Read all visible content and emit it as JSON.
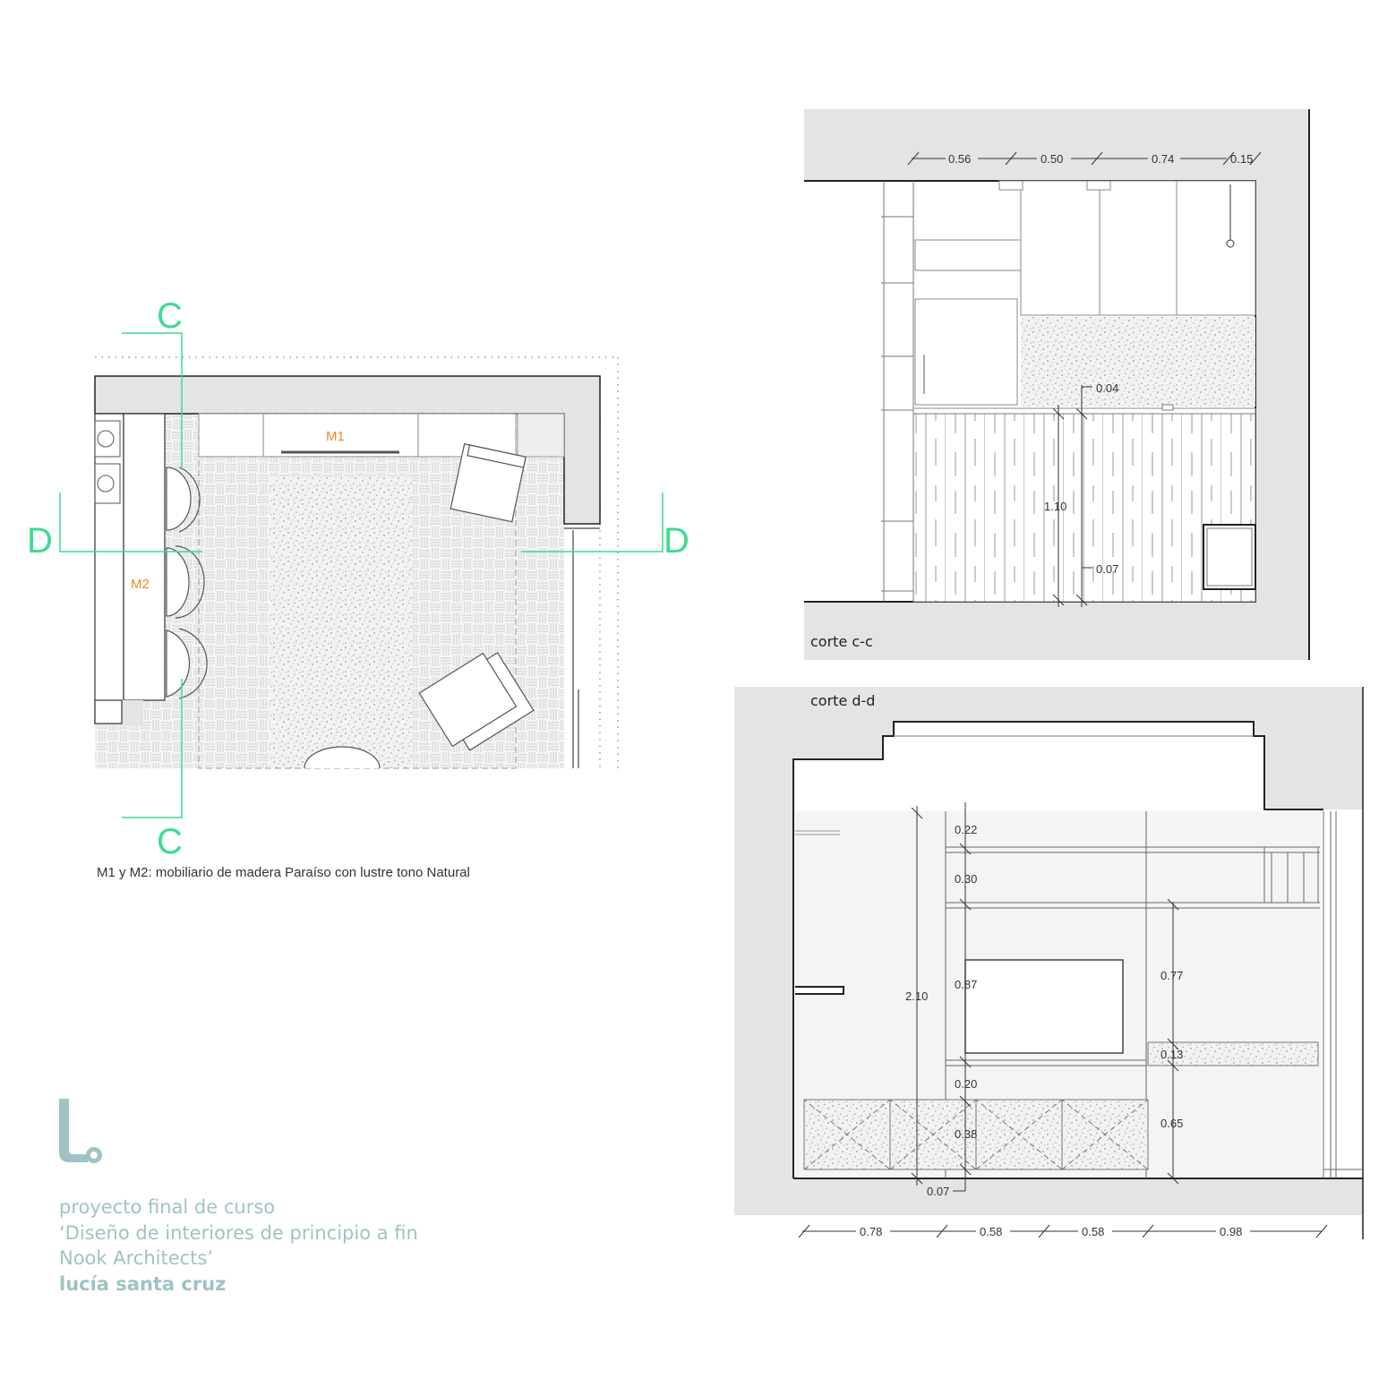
{
  "plan": {
    "section_c_label": "C",
    "section_d_label": "D",
    "furniture_m1": "M1",
    "furniture_m2": "M2",
    "caption": "M1 y M2: mobiliario de madera Paraíso con lustre tono Natural"
  },
  "section_cc": {
    "title": "corte c-c",
    "top_dims": [
      "0.56",
      "0.50",
      "0.74",
      "0.15"
    ],
    "dim_backsplash": "0.04",
    "dim_height": "1.10",
    "dim_plinth": "0.07"
  },
  "section_dd": {
    "title": "corte d-d",
    "dim_total_height": "2.10",
    "dims_center": [
      "0.22",
      "0.30",
      "0.87",
      "0.20",
      "0.38",
      "0.07"
    ],
    "dims_right": [
      "0.77",
      "0.13",
      "0.65"
    ],
    "bottom_dims": [
      "0.78",
      "0.58",
      "0.58",
      "0.98"
    ]
  },
  "credits": {
    "line1": "proyecto final de curso",
    "line2": "‘Diseño de interiores de principio a fin",
    "line3": "Nook Architects’",
    "author": "lucía santa cruz"
  },
  "colors": {
    "section_marker": "#3ddc8f",
    "furniture_tag": "#f08a1c",
    "credits": "#9fc3c5",
    "wall_fill": "#e3e4e6"
  }
}
